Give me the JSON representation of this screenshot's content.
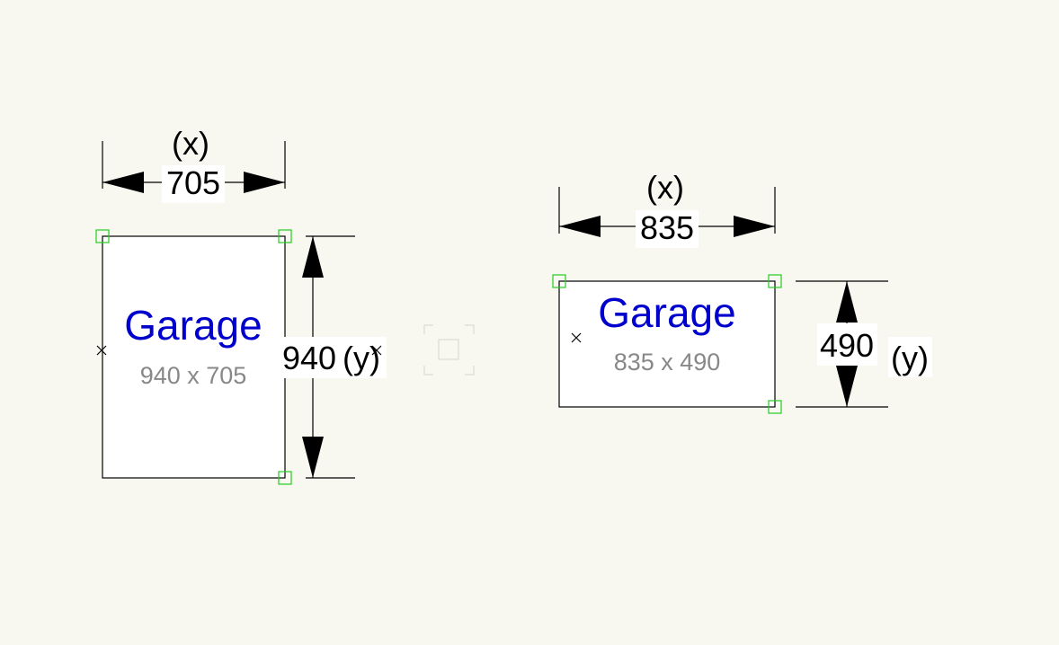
{
  "shapes": [
    {
      "name": "Garage",
      "size_label": "940 x 705",
      "x_dim": "705",
      "y_dim": "940",
      "x_label": "(x)",
      "y_label": "(y)"
    },
    {
      "name": "Garage",
      "size_label": "835 x 490",
      "x_dim": "835",
      "y_dim": "490",
      "x_label": "(x)",
      "y_label": "(y)"
    }
  ],
  "colors": {
    "background": "#f8f8f0",
    "title": "#0000cc",
    "subtitle": "#888888",
    "handle": "#22cc22"
  }
}
